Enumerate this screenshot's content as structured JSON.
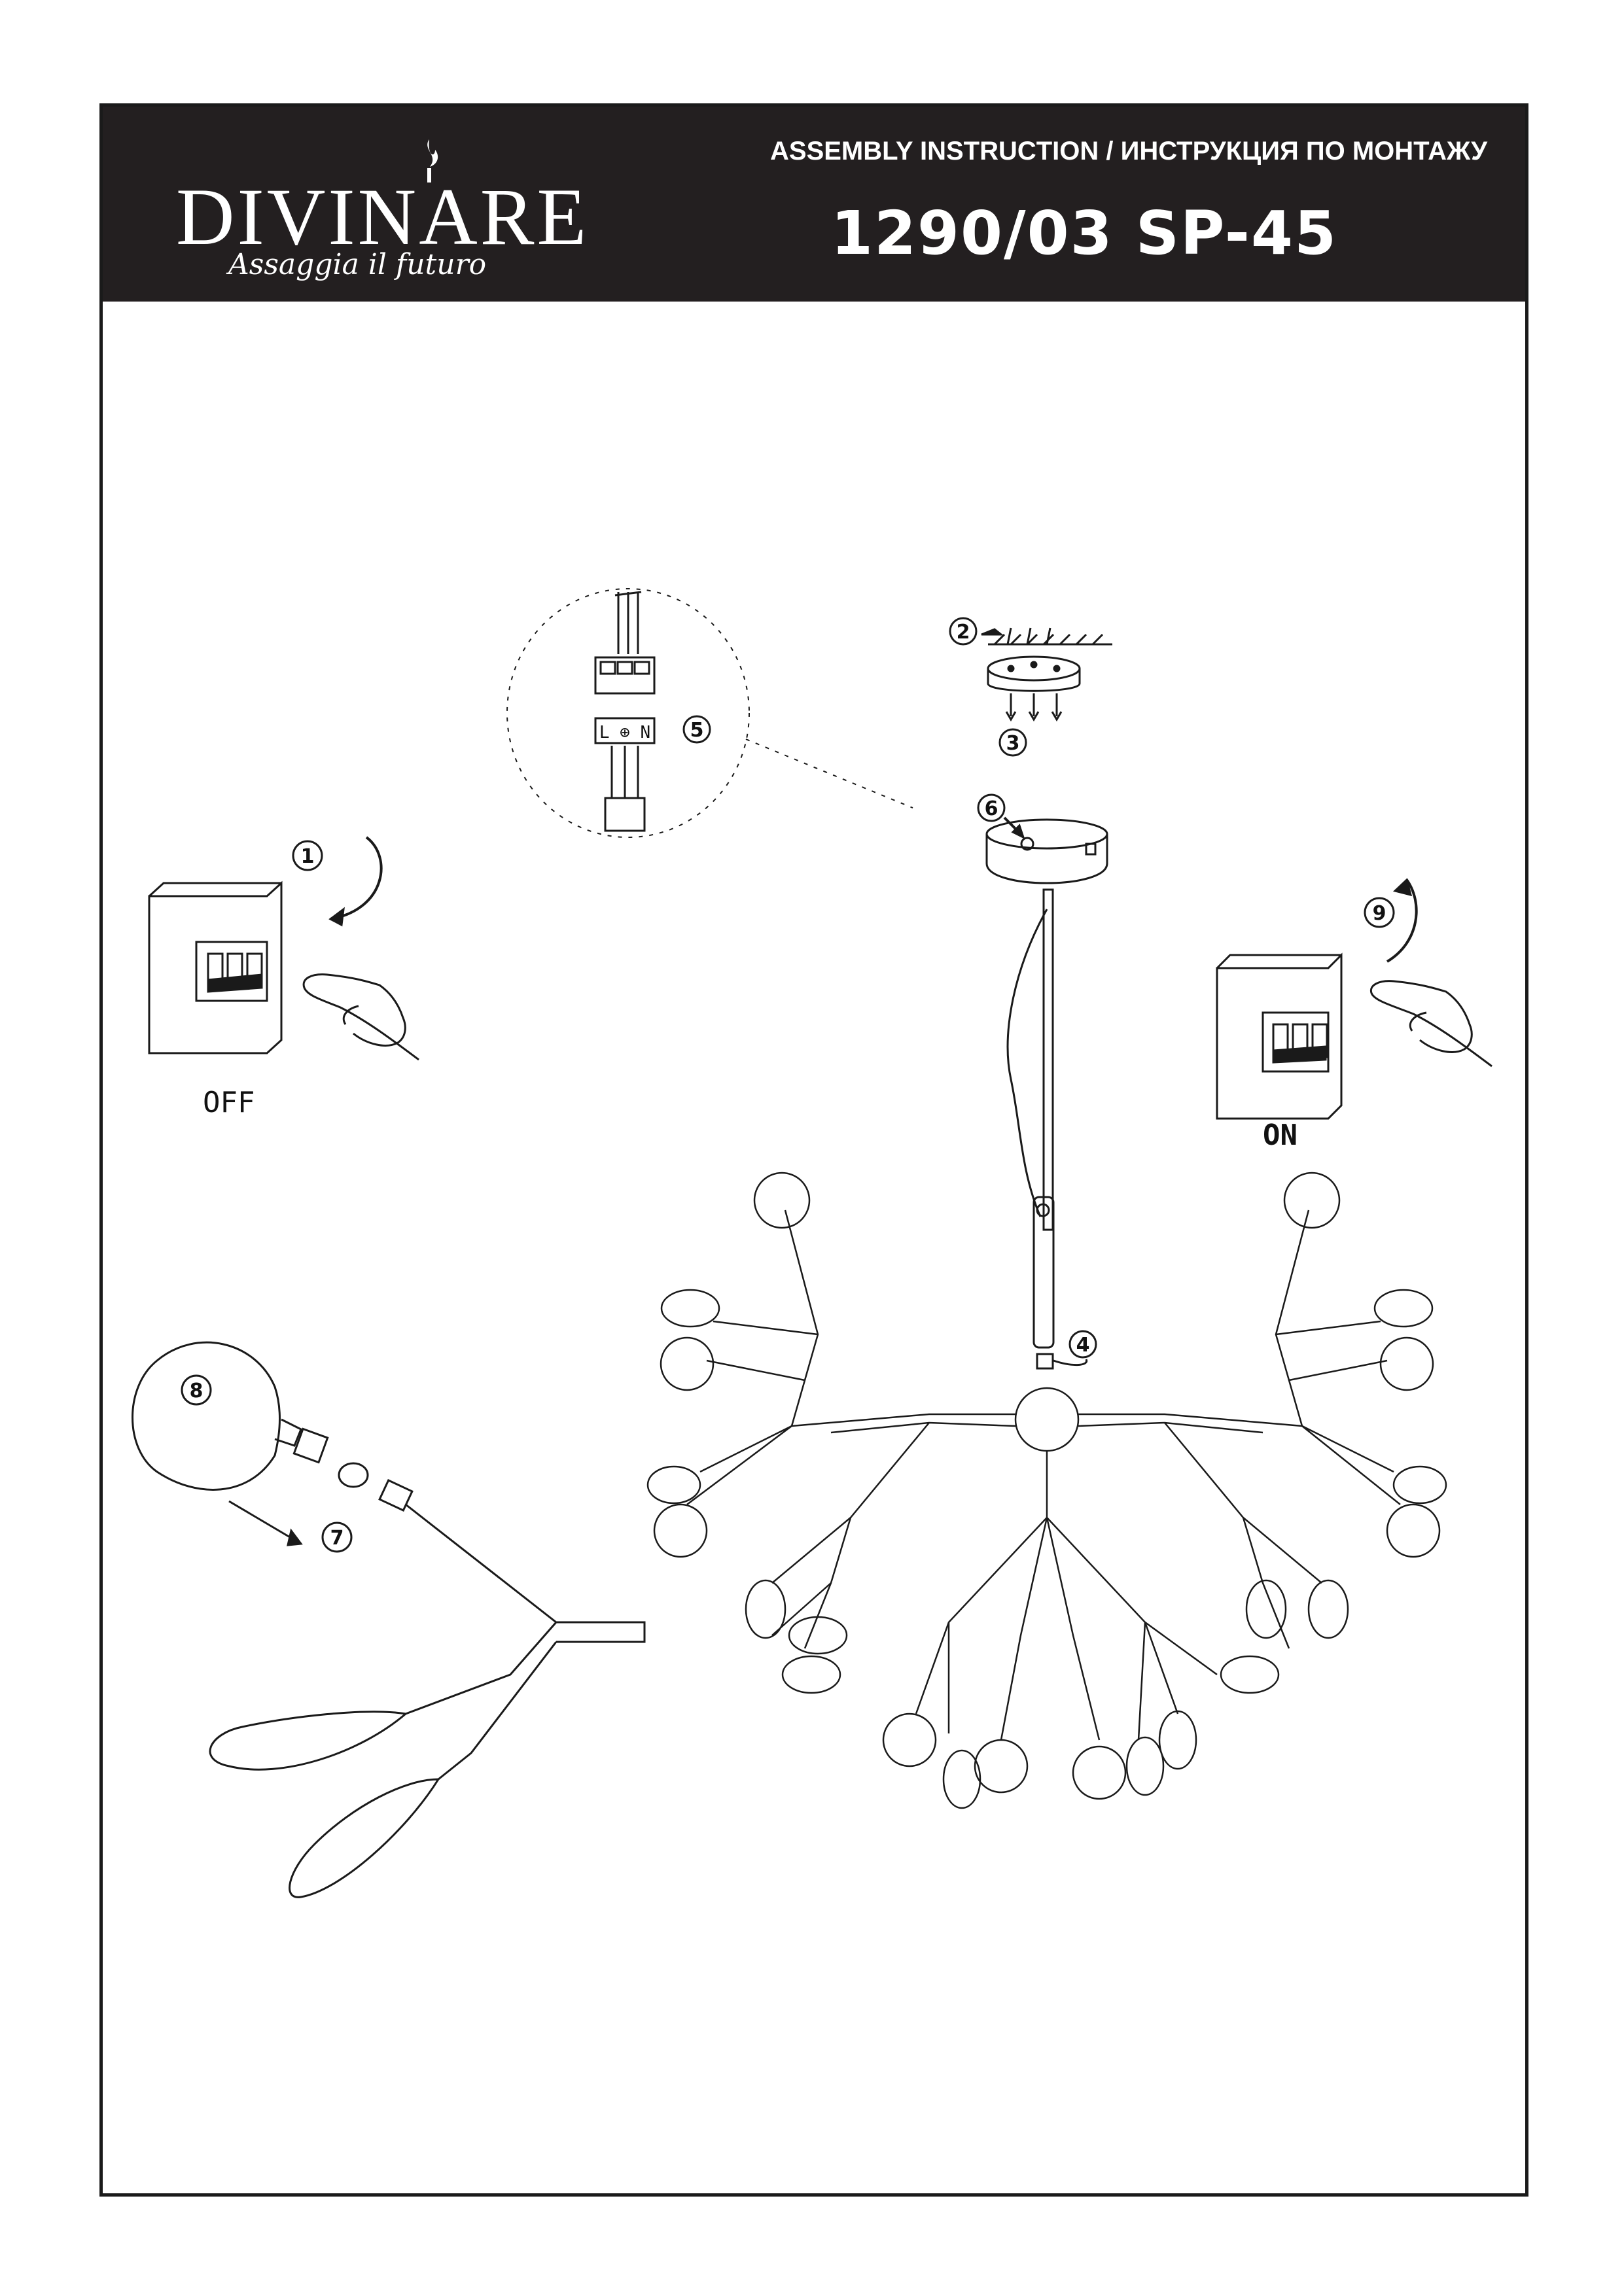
{
  "header": {
    "brand": "DIVINARE",
    "tagline": "Assaggia il futuro",
    "instruction_title": "ASSEMBLY INSTRUCTION / ИНСТРУКЦИЯ ПО МОНТАЖУ",
    "model": "1290/03 SP-45"
  },
  "diagram": {
    "switch_off_label": "OFF",
    "switch_on_label": "ON",
    "terminal_label": "L ⊕ N",
    "steps": [
      "1",
      "2",
      "3",
      "4",
      "5",
      "6",
      "7",
      "8",
      "9"
    ]
  }
}
